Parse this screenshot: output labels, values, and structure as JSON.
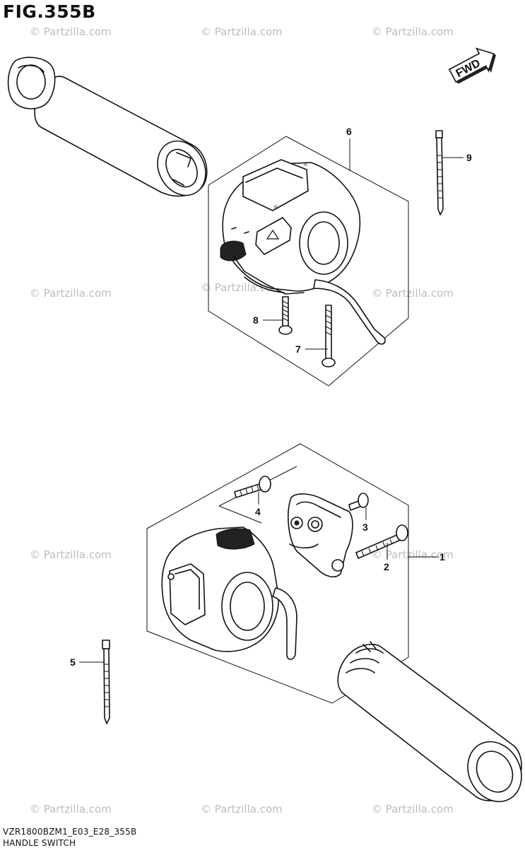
{
  "figure": {
    "title": "FIG.355B",
    "model_code": "VZR1800BZM1_E03_E28_355B",
    "section_name": "HANDLE SWITCH"
  },
  "watermark": {
    "text": "© Partzilla.com"
  },
  "fwd_label": "FWD",
  "callouts": {
    "c1": "1",
    "c2": "2",
    "c3": "3",
    "c4": "4",
    "c5": "5",
    "c6": "6",
    "c7": "7",
    "c8": "8",
    "c9": "9"
  }
}
